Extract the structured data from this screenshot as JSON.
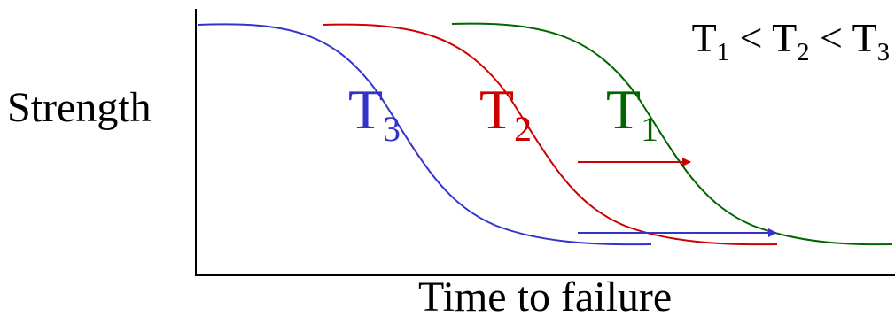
{
  "diagram": {
    "y_axis_label": "Strength",
    "x_axis_label": "Time to failure",
    "relation": {
      "T1": "T",
      "s1": "1",
      "lt1": " < ",
      "T2": "T",
      "s2": "2",
      "lt2": " < ",
      "T3": "T",
      "s3": "3"
    },
    "curves": [
      {
        "label": "T",
        "sub": "3",
        "color": "#3333cc"
      },
      {
        "label": "T",
        "sub": "2",
        "color": "#cc0000"
      },
      {
        "label": "T",
        "sub": "1",
        "color": "#006600"
      }
    ],
    "arrows": [
      {
        "color": "#cc0000"
      },
      {
        "color": "#3333cc"
      }
    ],
    "axis_color": "#000000"
  }
}
